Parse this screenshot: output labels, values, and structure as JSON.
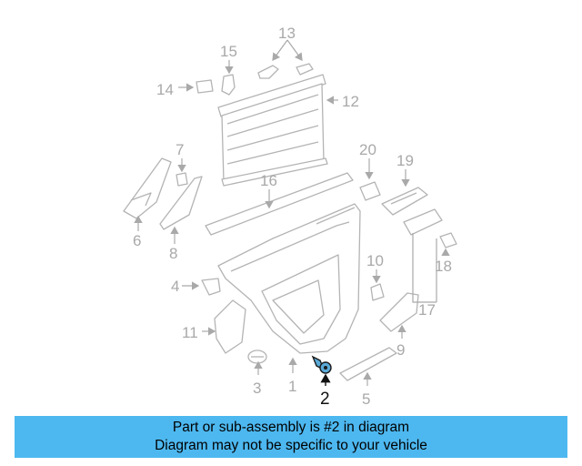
{
  "callouts": {
    "c1": "1",
    "c2": "2",
    "c3": "3",
    "c4": "4",
    "c5": "5",
    "c6": "6",
    "c7": "7",
    "c8": "8",
    "c9": "9",
    "c10": "10",
    "c11": "11",
    "c12": "12",
    "c13": "13",
    "c14": "14",
    "c15": "15",
    "c16": "16",
    "c17": "17",
    "c18": "18",
    "c19": "19",
    "c20": "20"
  },
  "highlighted_part": "2",
  "colors": {
    "banner": "#4db8f0",
    "highlight": "#5aa9d6",
    "linework": "#b4b4b4"
  },
  "banner": {
    "line1": "Part or sub-assembly is #2 in diagram",
    "line2": "Diagram may not be specific to your vehicle"
  }
}
